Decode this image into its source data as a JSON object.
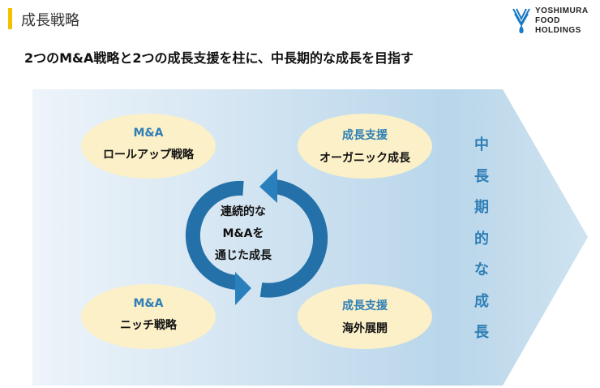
{
  "header": {
    "title": "成長戦略",
    "logo_text": [
      "YOSHIMURA",
      "FOOD",
      "HOLDINGS"
    ]
  },
  "subtitle": "2つのM&A戦略と2つの成長支援を柱に、中長期的な成長を目指す",
  "strategies": [
    {
      "category": "M&A",
      "label": "ロールアップ戦略"
    },
    {
      "category": "成長支援",
      "label": "オーガニック成長"
    },
    {
      "category": "M&A",
      "label": "ニッチ戦略"
    },
    {
      "category": "成長支援",
      "label": "海外展開"
    }
  ],
  "center": {
    "lines": [
      "連続的な",
      "M&Aを",
      "通じた成長"
    ]
  },
  "goal": {
    "chars": [
      "中",
      "長",
      "期",
      "的",
      "な",
      "成",
      "長"
    ]
  },
  "colors": {
    "accent": "#f2c200",
    "blue": "#2f7fb6",
    "ellipse": "#fbf0c8"
  }
}
